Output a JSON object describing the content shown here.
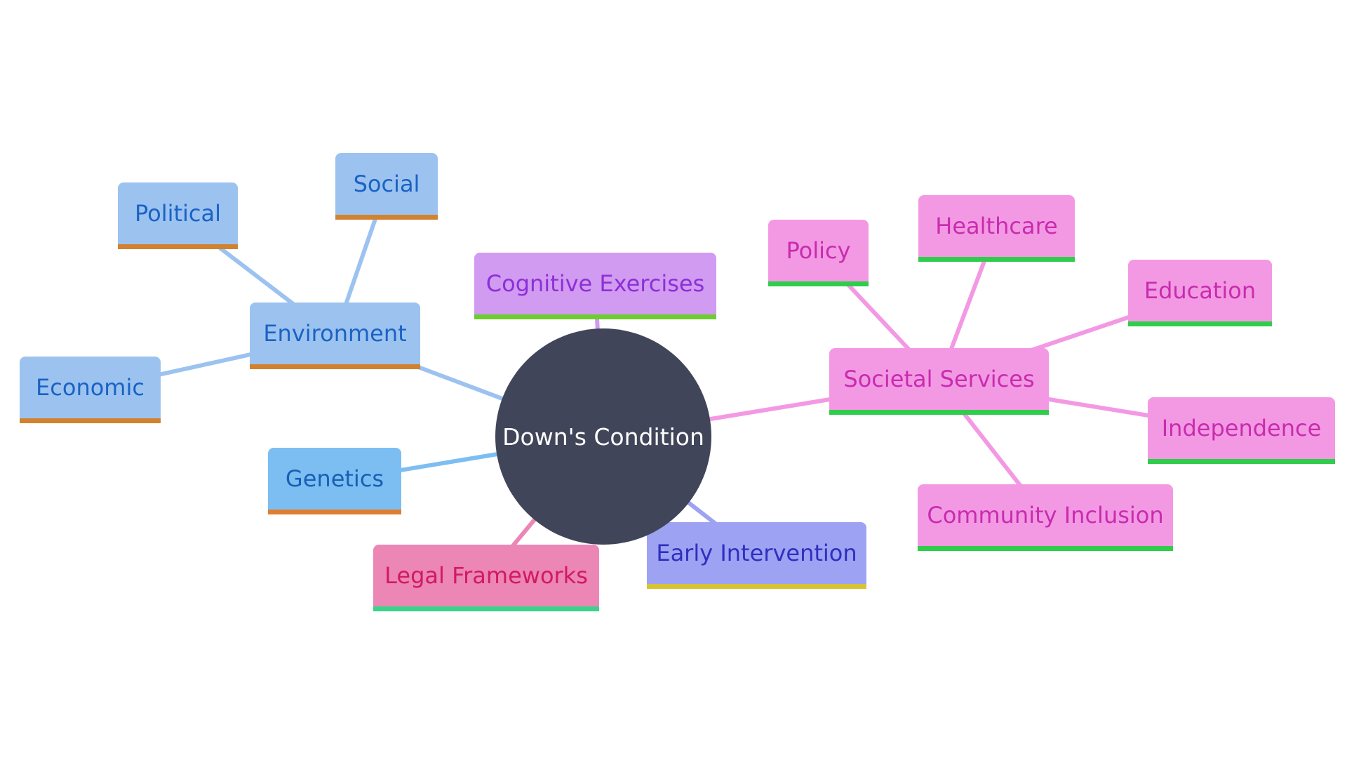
{
  "diagram": {
    "type": "mindmap",
    "root": {
      "label": "Down's Condition",
      "color": "#414559",
      "text_color": "#ffffff"
    },
    "nodes": {
      "environment": {
        "label": "Environment",
        "fill": "#9cc3f0",
        "text": "#1a62c4",
        "underline": "#d2822e"
      },
      "social": {
        "label": "Social",
        "fill": "#9cc3f0",
        "text": "#1a62c4",
        "underline": "#d2822e"
      },
      "political": {
        "label": "Political",
        "fill": "#9cc3f0",
        "text": "#1a62c4",
        "underline": "#d2822e"
      },
      "economic": {
        "label": "Economic",
        "fill": "#9cc3f0",
        "text": "#1a62c4",
        "underline": "#d2822e"
      },
      "genetics": {
        "label": "Genetics",
        "fill": "#7dbef2",
        "text": "#1760b5",
        "underline": "#e07e2f"
      },
      "legal": {
        "label": "Legal Frameworks",
        "fill": "#ec86b5",
        "text": "#d11a5f",
        "underline": "#3ad38a"
      },
      "early": {
        "label": "Early Intervention",
        "fill": "#9da2f2",
        "text": "#2f2fbf",
        "underline": "#d8c433"
      },
      "cognitive": {
        "label": "Cognitive Exercises",
        "fill": "#d09bf0",
        "text": "#8d2fd8",
        "underline": "#6fcc2e"
      },
      "societal": {
        "label": "Societal Services",
        "fill": "#f399e4",
        "text": "#c82cae",
        "underline": "#2fcd4b"
      },
      "policy": {
        "label": "Policy",
        "fill": "#f399e4",
        "text": "#c82cae",
        "underline": "#2fcd4b"
      },
      "healthcare": {
        "label": "Healthcare",
        "fill": "#f399e4",
        "text": "#c82cae",
        "underline": "#2fcd4b"
      },
      "education": {
        "label": "Education",
        "fill": "#f399e4",
        "text": "#c82cae",
        "underline": "#2fcd4b"
      },
      "independence": {
        "label": "Independence",
        "fill": "#f399e4",
        "text": "#c82cae",
        "underline": "#2fcd4b"
      },
      "community": {
        "label": "Community Inclusion",
        "fill": "#f399e4",
        "text": "#c82cae",
        "underline": "#2fcd4b"
      }
    },
    "edges": [
      {
        "from": "root",
        "to": "environment",
        "color": "#9cc3f0"
      },
      {
        "from": "environment",
        "to": "social",
        "color": "#9cc3f0"
      },
      {
        "from": "environment",
        "to": "political",
        "color": "#9cc3f0"
      },
      {
        "from": "environment",
        "to": "economic",
        "color": "#9cc3f0"
      },
      {
        "from": "root",
        "to": "genetics",
        "color": "#7dbef2"
      },
      {
        "from": "root",
        "to": "legal",
        "color": "#ec86b5"
      },
      {
        "from": "root",
        "to": "early",
        "color": "#9da2f2"
      },
      {
        "from": "root",
        "to": "cognitive",
        "color": "#d09bf0"
      },
      {
        "from": "root",
        "to": "societal",
        "color": "#f399e4"
      },
      {
        "from": "societal",
        "to": "policy",
        "color": "#f399e4"
      },
      {
        "from": "societal",
        "to": "healthcare",
        "color": "#f399e4"
      },
      {
        "from": "societal",
        "to": "education",
        "color": "#f399e4"
      },
      {
        "from": "societal",
        "to": "independence",
        "color": "#f399e4"
      },
      {
        "from": "societal",
        "to": "community",
        "color": "#f399e4"
      }
    ]
  }
}
